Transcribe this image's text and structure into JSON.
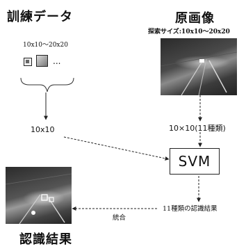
{
  "training": {
    "title": "訓練データ",
    "size_range": "10x10〜20x20",
    "ellipsis": "...",
    "normalized_size": "10x10"
  },
  "original": {
    "title": "原画像",
    "search_size": "探索サイズ:10x10〜20x20",
    "feature_label": "10×10(11種類)"
  },
  "classifier": {
    "label": "SVM"
  },
  "output": {
    "svm_result": "11種類の認識結果",
    "integrate_label": "統合",
    "title": "認識結果"
  },
  "colors": {
    "line": "#222222",
    "photo_dark": "#3a3a3a",
    "photo_light": "#b8b8b8"
  }
}
